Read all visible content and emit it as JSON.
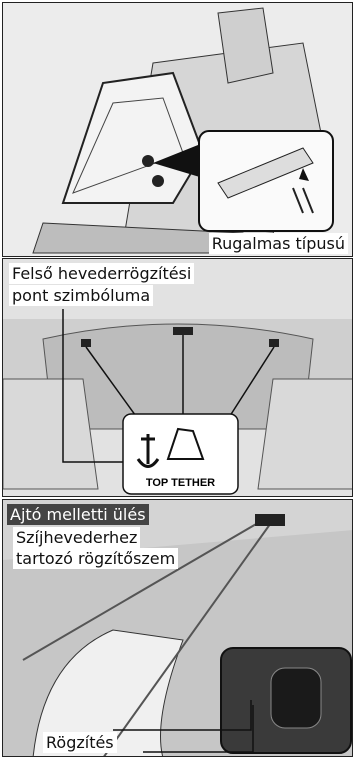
{
  "panel1": {
    "label": "Rugalmas típusú"
  },
  "panel2": {
    "label_line1": "Felső hevederrögzítési",
    "label_line2": "pont szimbóluma",
    "symbol_text": "TOP TETHER"
  },
  "panel3": {
    "heading": "Ajtó melletti ülés",
    "label_line1": "Szíjhevederhez",
    "label_line2": "tartozó rögzítőszem",
    "bottom_label": "Rögzítés"
  }
}
